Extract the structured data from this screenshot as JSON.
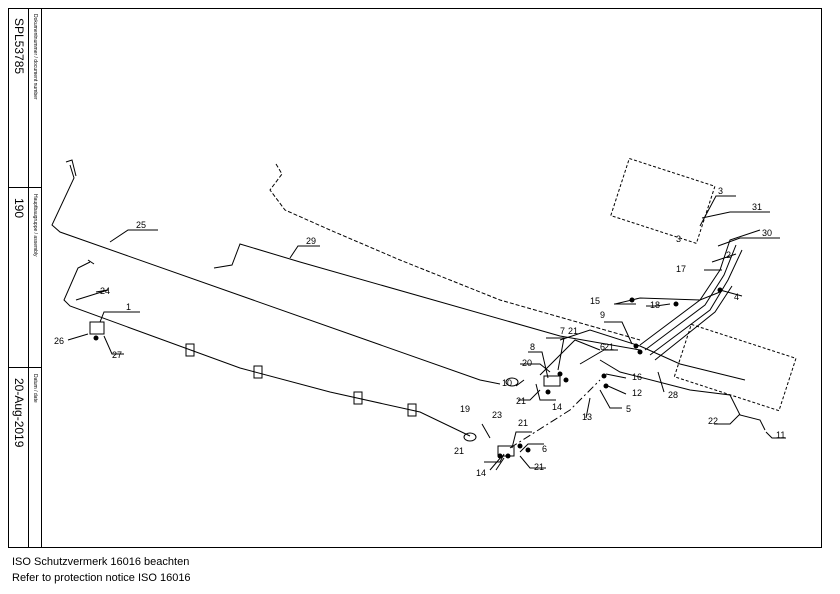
{
  "titleblock": {
    "doc_label": "Dokumentnummer / document number",
    "doc_number": "SPL53785",
    "assembly_label": "Hauptbaugruppe / assembly",
    "assembly_number": "190",
    "date_label": "Datum / date",
    "date": "20-Aug-2019"
  },
  "callouts": [
    "1",
    "2",
    "3",
    "3",
    "4",
    "5",
    "6",
    "6",
    "7",
    "8",
    "9",
    "10",
    "11",
    "12",
    "13",
    "14",
    "14",
    "15",
    "16",
    "17",
    "18",
    "19",
    "20",
    "21",
    "21",
    "21",
    "21",
    "21",
    "21",
    "22",
    "23",
    "24",
    "25",
    "26",
    "27",
    "28",
    "29",
    "30",
    "31"
  ],
  "footer": {
    "line1": "ISO Schutzvermerk 16016 beachten",
    "line2": "Refer to protection notice ISO 16016"
  }
}
